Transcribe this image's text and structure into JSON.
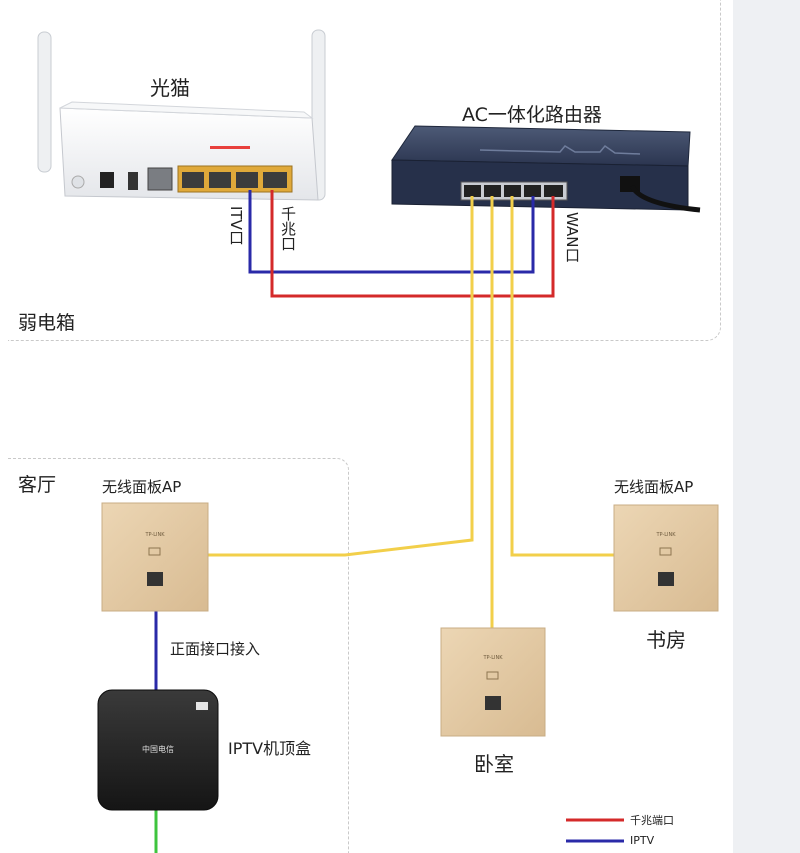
{
  "labels": {
    "optical_modem": "光猫",
    "ac_router": "AC一体化路由器",
    "itv_port": "ITV口",
    "gigabit_port": "千兆口",
    "wan_port": "WAN口",
    "weak_box": "弱电箱",
    "living_room": "客厅",
    "ap_left": "无线面板AP",
    "ap_right": "无线面板AP",
    "front_port": "正面接口接入",
    "iptv_box": "IPTV机顶盒",
    "bedroom": "卧室",
    "study": "书房",
    "brand": "TP-LINK",
    "box_brand": "中国电信"
  },
  "legend": [
    {
      "label": "千兆端口",
      "color": "#d42a2a"
    },
    {
      "label": "IPTV",
      "color": "#2a2aa8"
    }
  ],
  "colors": {
    "gigabit": "#d42a2a",
    "iptv": "#2a2aa8",
    "lan": "#f2cf4a",
    "stb_out": "#3ec43e",
    "panel_gold": "#e3c9a3",
    "router_body": "#2e3a52"
  }
}
